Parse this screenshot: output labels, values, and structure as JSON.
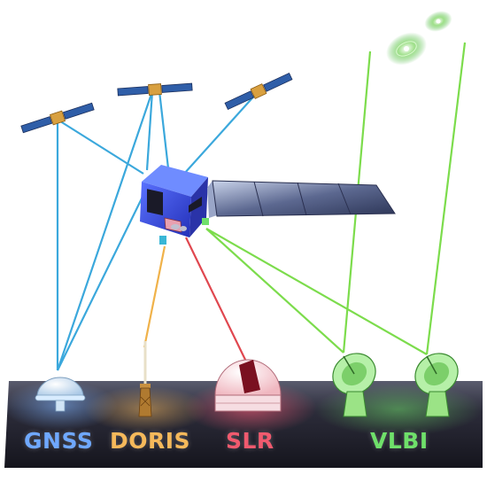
{
  "techniques": [
    {
      "key": "gnss",
      "label": "GNSS",
      "color": "#6fa8ff"
    },
    {
      "key": "doris",
      "label": "DORIS",
      "color": "#f5b95b"
    },
    {
      "key": "slr",
      "label": "SLR",
      "color": "#f05a6e"
    },
    {
      "key": "vlbi",
      "label": "VLBI",
      "color": "#6fe06a"
    }
  ],
  "link_colors": {
    "gnss": "#3ba8dc",
    "doris": "#f0b24a",
    "slr": "#e0474f",
    "vlbi": "#7cdc4c"
  },
  "icons": [
    "gnss-satellite-icon",
    "leo-satellite-icon",
    "solar-panel-icon",
    "gnss-antenna-icon",
    "doris-beacon-icon",
    "slr-observatory-icon",
    "vlbi-radio-telescope-icon",
    "quasar-icon"
  ]
}
